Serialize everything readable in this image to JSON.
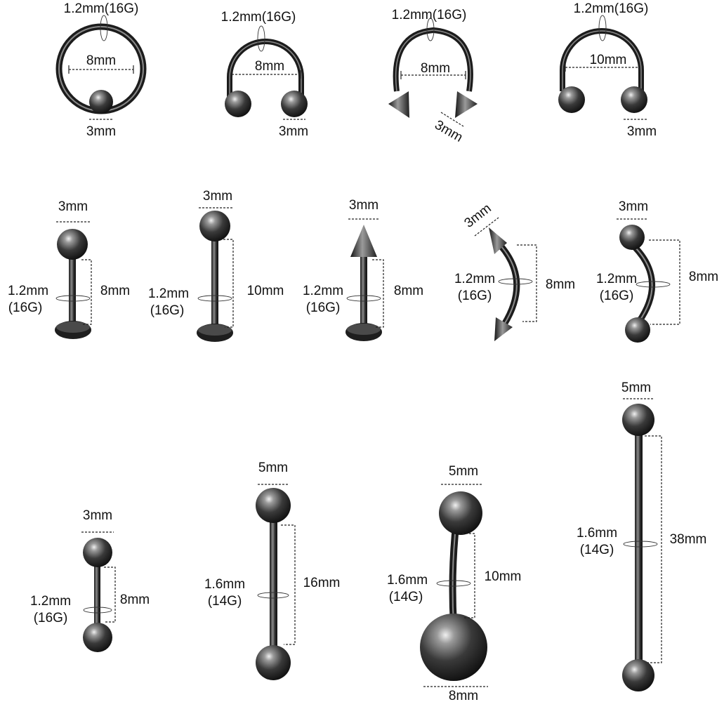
{
  "colors": {
    "metal": "#3a3a3a",
    "highlight": "#d8d8d8",
    "dim_line": "#222222",
    "background": "#ffffff"
  },
  "items": [
    {
      "name": "captive-bead-ring",
      "gauge": "1.2mm(16G)",
      "diameter": "8mm",
      "ball": "3mm"
    },
    {
      "name": "horseshoe-ball",
      "gauge": "1.2mm(16G)",
      "diameter": "8mm",
      "ball": "3mm"
    },
    {
      "name": "horseshoe-spike",
      "gauge": "1.2mm(16G)",
      "diameter": "8mm",
      "ball": "3mm"
    },
    {
      "name": "horseshoe-ball-large",
      "gauge": "1.2mm(16G)",
      "diameter": "10mm",
      "ball": "3mm"
    },
    {
      "name": "labret-ball-8",
      "top": "3mm",
      "gauge_a": "1.2mm",
      "gauge_b": "(16G)",
      "length": "8mm"
    },
    {
      "name": "labret-ball-10",
      "top": "3mm",
      "gauge_a": "1.2mm",
      "gauge_b": "(16G)",
      "length": "10mm"
    },
    {
      "name": "labret-spike",
      "top": "3mm",
      "gauge_a": "1.2mm",
      "gauge_b": "(16G)",
      "length": "8mm"
    },
    {
      "name": "curved-barbell-spike",
      "top": "3mm",
      "gauge_a": "1.2mm",
      "gauge_b": "(16G)",
      "length": "8mm"
    },
    {
      "name": "curved-barbell-ball",
      "top": "3mm",
      "gauge_a": "1.2mm",
      "gauge_b": "(16G)",
      "length": "8mm"
    },
    {
      "name": "straight-barbell-small",
      "top": "3mm",
      "gauge_a": "1.2mm",
      "gauge_b": "(16G)",
      "length": "8mm"
    },
    {
      "name": "tongue-barbell",
      "top": "5mm",
      "gauge_a": "1.6mm",
      "gauge_b": "(14G)",
      "length": "16mm"
    },
    {
      "name": "belly-ring",
      "top": "5mm",
      "gauge_a": "1.6mm",
      "gauge_b": "(14G)",
      "length": "10mm",
      "bottom": "8mm"
    },
    {
      "name": "industrial-barbell",
      "top": "5mm",
      "gauge_a": "1.6mm",
      "gauge_b": "(14G)",
      "length": "38mm"
    }
  ]
}
